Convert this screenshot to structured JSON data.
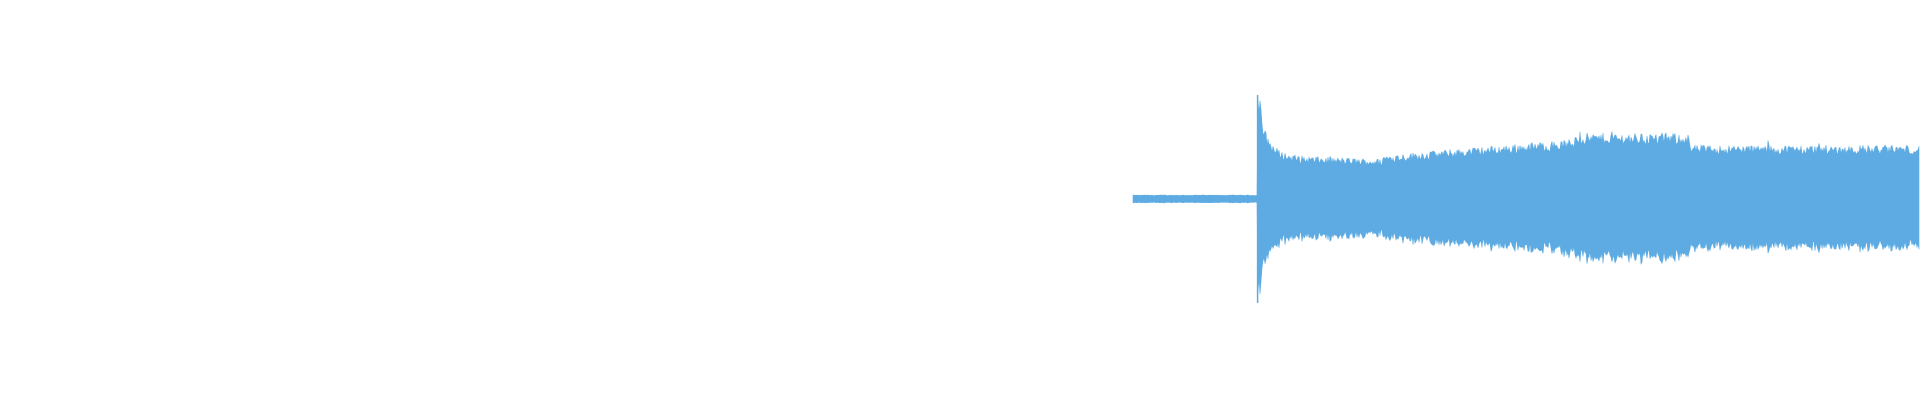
{
  "waveform": {
    "color": "#5dabe2",
    "background": "#ffffff",
    "segments": [
      {
        "label": "silence",
        "start_fraction": 0.0,
        "end_fraction": 0.59,
        "peak": 0.0
      },
      {
        "label": "quiet-lead-in",
        "start_fraction": 0.59,
        "end_fraction": 0.655,
        "peak": 0.02
      },
      {
        "label": "onset-transient",
        "start_fraction": 0.655,
        "end_fraction": 0.657,
        "peak": 0.52
      },
      {
        "label": "decay",
        "start_fraction": 0.657,
        "end_fraction": 0.72,
        "peak": 0.22
      },
      {
        "label": "sustain-rise",
        "start_fraction": 0.72,
        "end_fraction": 0.82,
        "peak": 0.3
      },
      {
        "label": "sustain-peak",
        "start_fraction": 0.82,
        "end_fraction": 0.88,
        "peak": 0.33
      },
      {
        "label": "sustain-tail",
        "start_fraction": 0.88,
        "end_fraction": 1.0,
        "peak": 0.27
      }
    ]
  }
}
